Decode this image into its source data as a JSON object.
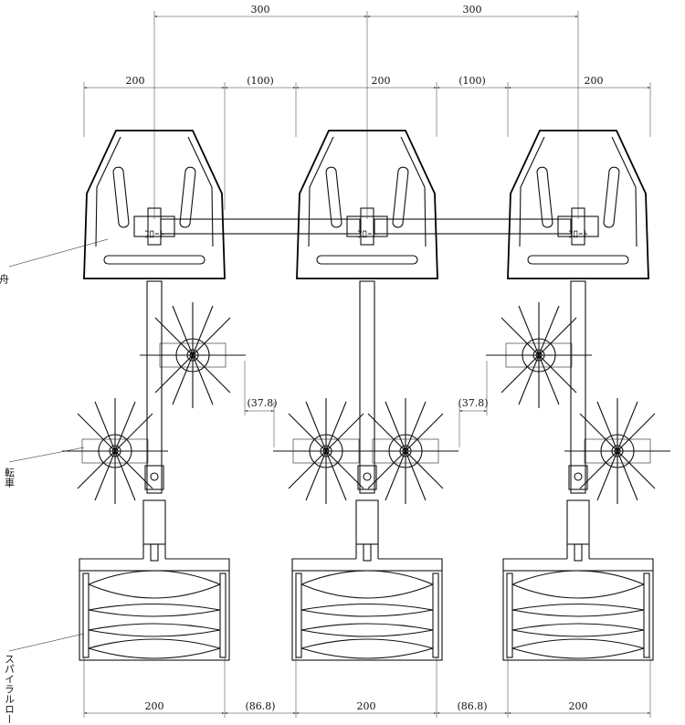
{
  "dimensions": {
    "top_row": [
      "300",
      "300"
    ],
    "second_row": [
      "200",
      "(100)",
      "200",
      "(100)",
      "200"
    ],
    "middle": [
      "(37.8)",
      "(37.8)"
    ],
    "bottom_row": [
      "200",
      "(86.8)",
      "200",
      "(86.8)",
      "200"
    ]
  },
  "labels": {
    "float": "舟",
    "rotor": "転車",
    "roller": "スパイラルローラー"
  },
  "tiny_label": "ﾌﾛｰﾄ"
}
